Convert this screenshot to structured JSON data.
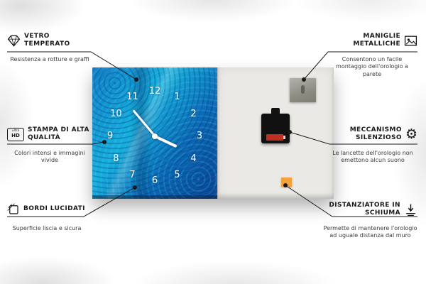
{
  "product": {
    "clock": {
      "numbers": [
        "1",
        "2",
        "3",
        "4",
        "5",
        "6",
        "7",
        "8",
        "9",
        "10",
        "11",
        "12"
      ],
      "minute_angle": -40,
      "hour_angle": 115
    }
  },
  "callouts": {
    "vetro_temperato": {
      "title": "VETRO TEMPERATO",
      "subtitle": "Resistenza a rotture e graffi",
      "icon": "diamond-icon"
    },
    "stampa_alta_qualita": {
      "title": "STAMPA DI ALTA QUALITÀ",
      "subtitle": "Colori intensi e immagini vivide",
      "icon": "ultra-hd-icon",
      "icon_top": "ultra",
      "icon_bottom": "HD"
    },
    "bordi_lucidati": {
      "title": "BORDI LUCIDATI",
      "subtitle": "Superficie liscia e sicura",
      "icon": "polished-edge-icon"
    },
    "maniglie_metalliche": {
      "title": "MANIGLIE METALLICHE",
      "subtitle": "Consentono un facile montaggio dell'orologio a parete",
      "icon": "picture-frame-icon"
    },
    "meccanismo_silenzioso": {
      "title": "MECCANISMO SILENZIOSO",
      "subtitle": "Le lancette dell'orologio non emettono alcun suono",
      "icon": "gear-icon",
      "gear_glyph": "⚙"
    },
    "distanziatore_schiuma": {
      "title": "DISTANZIATORE IN SCHIUMA",
      "subtitle": "Permette di mantenere l'orologio ad uguale distanza dal muro",
      "icon": "spacer-arrow-icon"
    }
  },
  "colors": {
    "line": "#1a1a1a",
    "face_blue_light": "#18aede",
    "face_blue_dark": "#0c3f90",
    "back_panel": "#eae9e5",
    "foam_orange": "#f2a13c",
    "battery_red": "#c03022",
    "hand_white": "#ffffff"
  }
}
